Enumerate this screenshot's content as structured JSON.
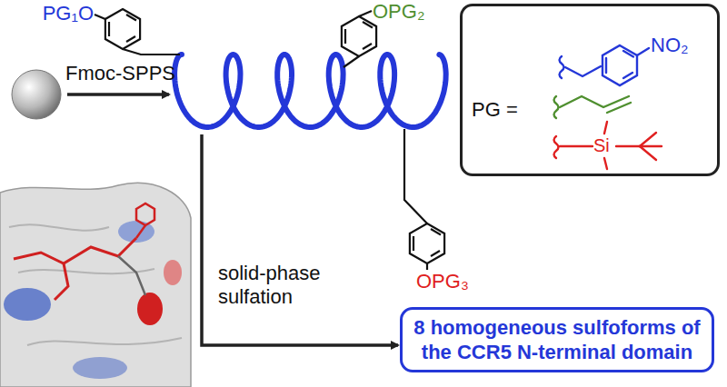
{
  "diagram": {
    "nodes": [
      {
        "text": [
          "PG ="
        ]
      },
      {
        "text": [
          "8 homogeneous sulfoforms of the CCR5 N-terminal domain"
        ]
      }
    ],
    "labels": [
      "PG₁O",
      "OPG₂",
      "OPG₃",
      "Fmoc-SPPS",
      "solid-phase sulfation",
      "NO₂",
      "Si"
    ]
  }
}
